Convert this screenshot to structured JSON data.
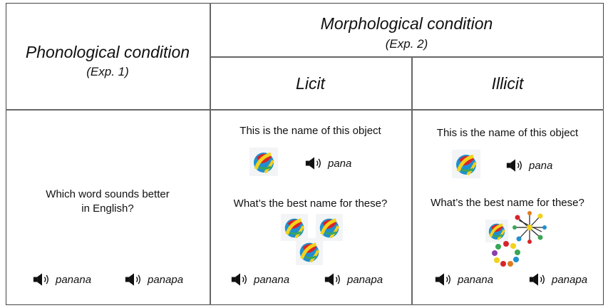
{
  "header": {
    "phonological_title": "Phonological condition",
    "phonological_sub": "(Exp. 1)",
    "morphological_title": "Morphological condition",
    "morphological_sub": "(Exp. 2)",
    "licit": "Licit",
    "illicit": "Illicit"
  },
  "phonological": {
    "question_line1": "Which word sounds better",
    "question_line2": "in English?",
    "option1": "panana",
    "option2": "panapa"
  },
  "licit": {
    "intro": "This is the name of this object",
    "name": "pana",
    "question": "What’s the best name for these?",
    "option1": "panana",
    "option2": "panapa"
  },
  "illicit": {
    "intro": "This is the name of this object",
    "name": "pana",
    "question": "What’s the best name for these?",
    "option1": "panana",
    "option2": "panapa"
  },
  "icons": {
    "speaker": "speaker-icon",
    "object": "ball-toy-icon",
    "cluster": "bead-toy-cluster-icon"
  },
  "colors": {
    "border": "#444444",
    "text": "#111111",
    "ball_red": "#d8232a",
    "ball_blue": "#1f8fd0",
    "ball_yellow": "#f3d21a",
    "ball_green": "#3aa657"
  }
}
